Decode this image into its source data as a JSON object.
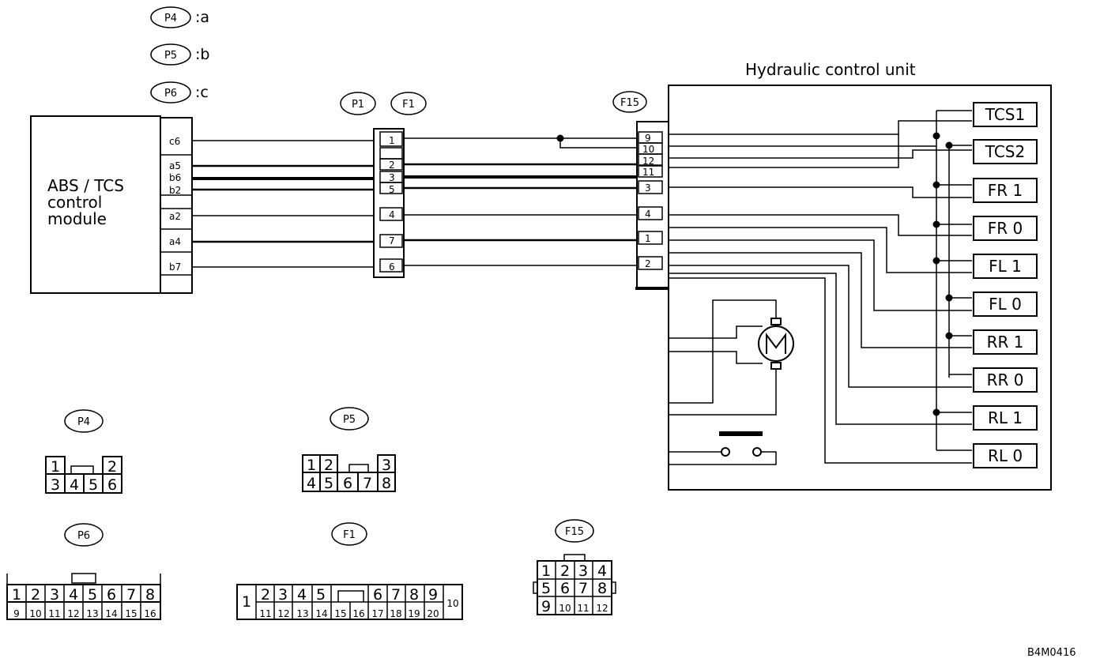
{
  "legend": [
    {
      "tag": "P4",
      "label": ":a"
    },
    {
      "tag": "P5",
      "label": ":b"
    },
    {
      "tag": "P6",
      "label": ":c"
    }
  ],
  "module": {
    "lines": [
      "ABS / TCS",
      "control",
      "module"
    ]
  },
  "module_pins": [
    "c6",
    "a5",
    "b6",
    "b2",
    "a2",
    "a4",
    "b7"
  ],
  "connector_tags": {
    "p1": "P1",
    "f1": "F1",
    "f15": "F15"
  },
  "mid_pins": [
    "1",
    "2",
    "3",
    "5",
    "4",
    "7",
    "6"
  ],
  "f15_pins": [
    "9",
    "10",
    "12",
    "11",
    "3",
    "4",
    "1",
    "2"
  ],
  "hcu": {
    "title": "Hydraulic control unit",
    "labels": [
      "TCS1",
      "TCS2",
      "FR 1",
      "FR 0",
      "FL 1",
      "FL 0",
      "RR 1",
      "RR 0",
      "RL 1",
      "RL 0"
    ]
  },
  "faces": {
    "p4": {
      "tag": "P4",
      "top": [
        "1",
        "2"
      ],
      "bottom": [
        "3",
        "4",
        "5",
        "6"
      ]
    },
    "p5": {
      "tag": "P5",
      "top": [
        "1",
        "2",
        "3"
      ],
      "bottom": [
        "4",
        "5",
        "6",
        "7",
        "8"
      ]
    },
    "p6": {
      "tag": "P6",
      "top": [
        "1",
        "2",
        "3",
        "4",
        "5",
        "6",
        "7",
        "8"
      ],
      "bottom": [
        "9",
        "10",
        "11",
        "12",
        "13",
        "14",
        "15",
        "16"
      ]
    },
    "f1": {
      "tag": "F1",
      "left": "1",
      "right": "10",
      "top": [
        "2",
        "3",
        "4",
        "5",
        "6",
        "7",
        "8",
        "9"
      ],
      "bottom": [
        "11",
        "12",
        "13",
        "14",
        "15",
        "16",
        "17",
        "18",
        "19",
        "20"
      ]
    },
    "f15": {
      "tag": "F15",
      "rows": [
        [
          "1",
          "2",
          "3",
          "4"
        ],
        [
          "5",
          "6",
          "7",
          "8"
        ],
        [
          "9",
          "10",
          "11",
          "12"
        ]
      ]
    }
  },
  "code": "B4M0416"
}
